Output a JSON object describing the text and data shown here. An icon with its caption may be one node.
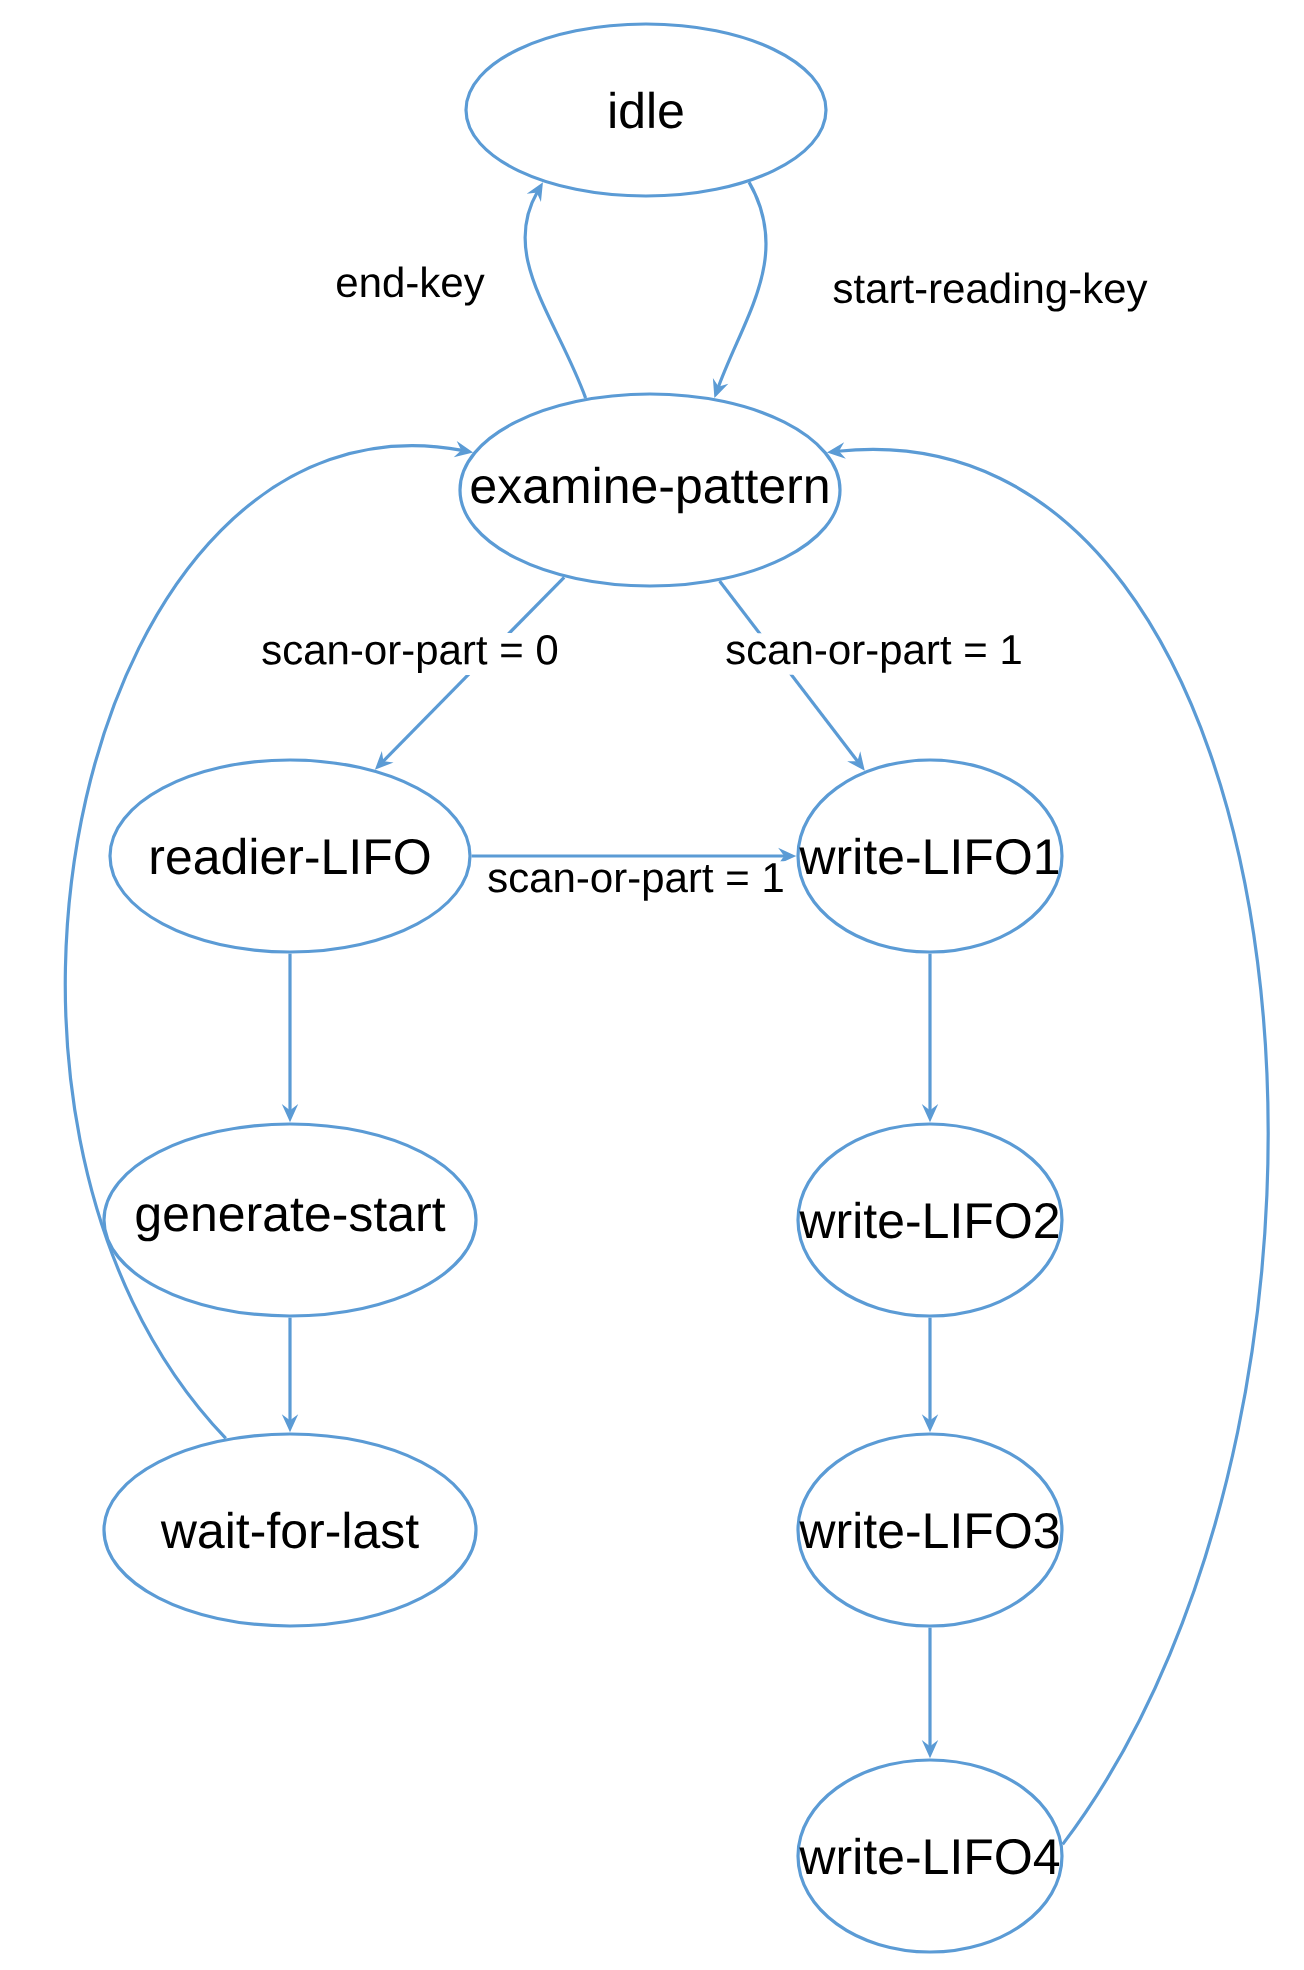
{
  "diagram": {
    "nodes": [
      {
        "text": [
          "idle"
        ]
      },
      {
        "text": [
          "examine-pattern"
        ]
      },
      {
        "text": [
          "readier-LIFO"
        ]
      },
      {
        "text": [
          "write-LIFO1"
        ]
      },
      {
        "text": [
          "generate-start"
        ]
      },
      {
        "text": [
          "write-LIFO2"
        ]
      },
      {
        "text": [
          "wait-for-last"
        ]
      },
      {
        "text": [
          "write-LIFO3"
        ]
      },
      {
        "text": [
          "write-LIFO4"
        ]
      }
    ],
    "edges": [
      {
        "from": 1,
        "to": 0,
        "arrow": "to",
        "label": "end-key"
      },
      {
        "from": 0,
        "to": 1,
        "arrow": "to",
        "label": "start-reading-key"
      },
      {
        "from": 1,
        "to": 2,
        "arrow": "to",
        "label": "scan-or-part = 0"
      },
      {
        "from": 1,
        "to": 3,
        "arrow": "to",
        "label": "scan-or-part = 1"
      },
      {
        "from": 2,
        "to": 3,
        "arrow": "to",
        "label": "scan-or-part = 1"
      },
      {
        "from": 2,
        "to": 4,
        "arrow": "to"
      },
      {
        "from": 4,
        "to": 6,
        "arrow": "to"
      },
      {
        "from": 6,
        "to": 1,
        "arrow": "to"
      },
      {
        "from": 3,
        "to": 5,
        "arrow": "to"
      },
      {
        "from": 5,
        "to": 7,
        "arrow": "to"
      },
      {
        "from": 7,
        "to": 8,
        "arrow": "to"
      },
      {
        "from": 8,
        "to": 1,
        "arrow": "to"
      }
    ]
  }
}
